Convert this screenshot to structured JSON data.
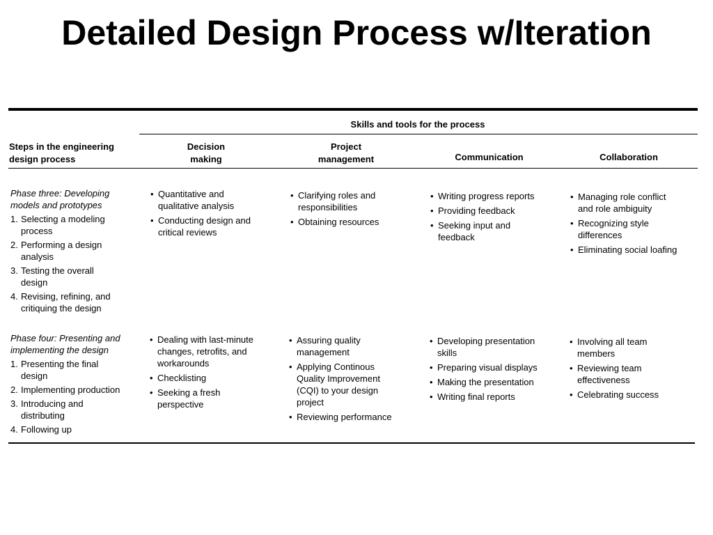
{
  "title": "Detailed Design Process w/Iteration",
  "table": {
    "group_header": "Skills and tools for the process",
    "steps_header": [
      "Steps in the engineering",
      "design process"
    ],
    "columns": [
      {
        "label": [
          "Decision",
          "making"
        ]
      },
      {
        "label": [
          "Project",
          "management"
        ]
      },
      {
        "label": [
          "Communication"
        ]
      },
      {
        "label": [
          "Collaboration"
        ]
      }
    ],
    "rows": [
      {
        "phase": [
          "Phase three: Developing",
          "models and prototypes"
        ],
        "steps": [
          {
            "num": "1.",
            "lines": [
              "Selecting a modeling",
              "process"
            ]
          },
          {
            "num": "2.",
            "lines": [
              "Performing a design",
              "analysis"
            ]
          },
          {
            "num": "3.",
            "lines": [
              "Testing the overall",
              "design"
            ]
          },
          {
            "num": "4.",
            "lines": [
              "Revising, refining, and",
              "critiquing the design"
            ]
          }
        ],
        "cells": [
          [
            [
              "Quantitative and",
              "qualitative analysis"
            ],
            [
              "Conducting design and",
              "critical reviews"
            ]
          ],
          [
            [
              "Clarifying roles and",
              "responsibilities"
            ],
            [
              "Obtaining resources"
            ]
          ],
          [
            [
              "Writing progress reports"
            ],
            [
              "Providing feedback"
            ],
            [
              "Seeking input and",
              "feedback"
            ]
          ],
          [
            [
              "Managing role conflict",
              "and role ambiguity"
            ],
            [
              "Recognizing style",
              "differences"
            ],
            [
              "Eliminating social loafing"
            ]
          ]
        ]
      },
      {
        "phase": [
          "Phase four: Presenting and",
          "implementing the design"
        ],
        "steps": [
          {
            "num": "1.",
            "lines": [
              "Presenting the final",
              "design"
            ]
          },
          {
            "num": "2.",
            "lines": [
              "Implementing production"
            ]
          },
          {
            "num": "3.",
            "lines": [
              "Introducing and",
              "distributing"
            ]
          },
          {
            "num": "4.",
            "lines": [
              "Following up"
            ]
          }
        ],
        "cells": [
          [
            [
              "Dealing with last-minute",
              "changes, retrofits, and",
              "workarounds"
            ],
            [
              "Checklisting"
            ],
            [
              "Seeking a fresh",
              "perspective"
            ]
          ],
          [
            [
              "Assuring quality",
              "management"
            ],
            [
              "Applying Continous",
              "Quality Improvement",
              "(CQI) to your design",
              "project"
            ],
            [
              "Reviewing performance"
            ]
          ],
          [
            [
              "Developing presentation",
              "skills"
            ],
            [
              "Preparing visual displays"
            ],
            [
              "Making the presentation"
            ],
            [
              "Writing final reports"
            ]
          ],
          [
            [
              "Involving all team",
              "members"
            ],
            [
              "Reviewing team",
              "effectiveness"
            ],
            [
              "Celebrating success"
            ]
          ]
        ]
      }
    ]
  }
}
